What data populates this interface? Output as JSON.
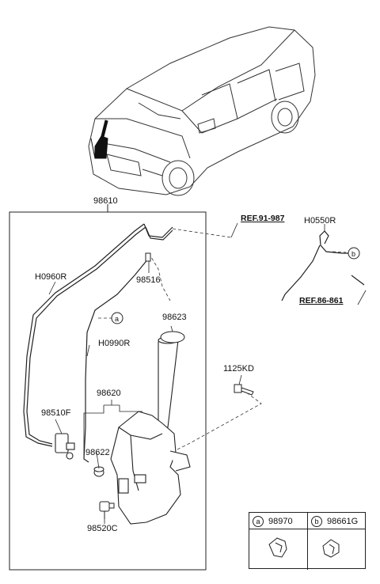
{
  "parts": {
    "main_assembly": "98610",
    "ref_top": "REF.91-987",
    "hose_right": "H0550R",
    "ref_bottom": "REF.86-861",
    "hose_left": "H0960R",
    "connector": "98516",
    "hose_mid": "H0990R",
    "cap": "98623",
    "bolt": "1125KD",
    "reservoir": "98620",
    "pump": "98510F",
    "grommet": "98622",
    "sensor": "98520C"
  },
  "callouts": {
    "a": "a",
    "b": "b"
  },
  "legend": {
    "a_letter": "a",
    "a_part": "98970",
    "b_letter": "b",
    "b_part": "98661G"
  }
}
